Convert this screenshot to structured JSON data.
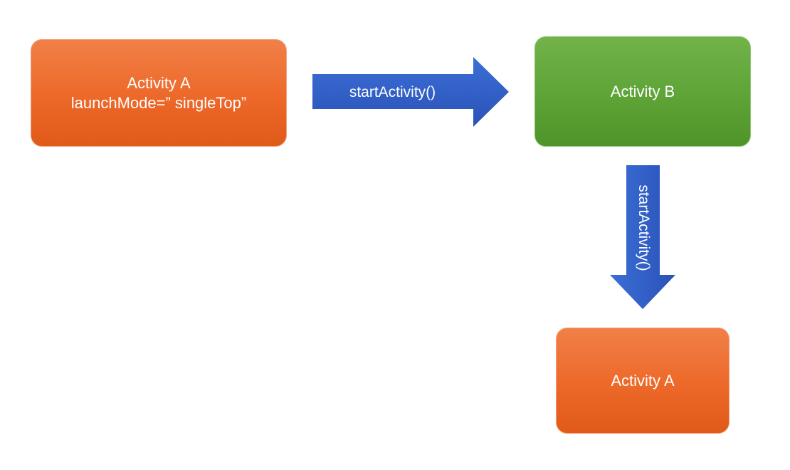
{
  "nodes": {
    "activity_a_start": {
      "line1": "Activity A",
      "line2": "launchMode=” singleTop”",
      "color": "#ee6a2b"
    },
    "activity_b": {
      "label": "Activity B",
      "color": "#5fa538"
    },
    "activity_a_end": {
      "label": "Activity A",
      "color": "#ee6a2b"
    }
  },
  "edges": {
    "a_to_b": {
      "label": "startActivity()",
      "color": "#2f5ec8"
    },
    "b_to_a": {
      "label": "startActivity()",
      "color": "#2f5ec8"
    }
  }
}
